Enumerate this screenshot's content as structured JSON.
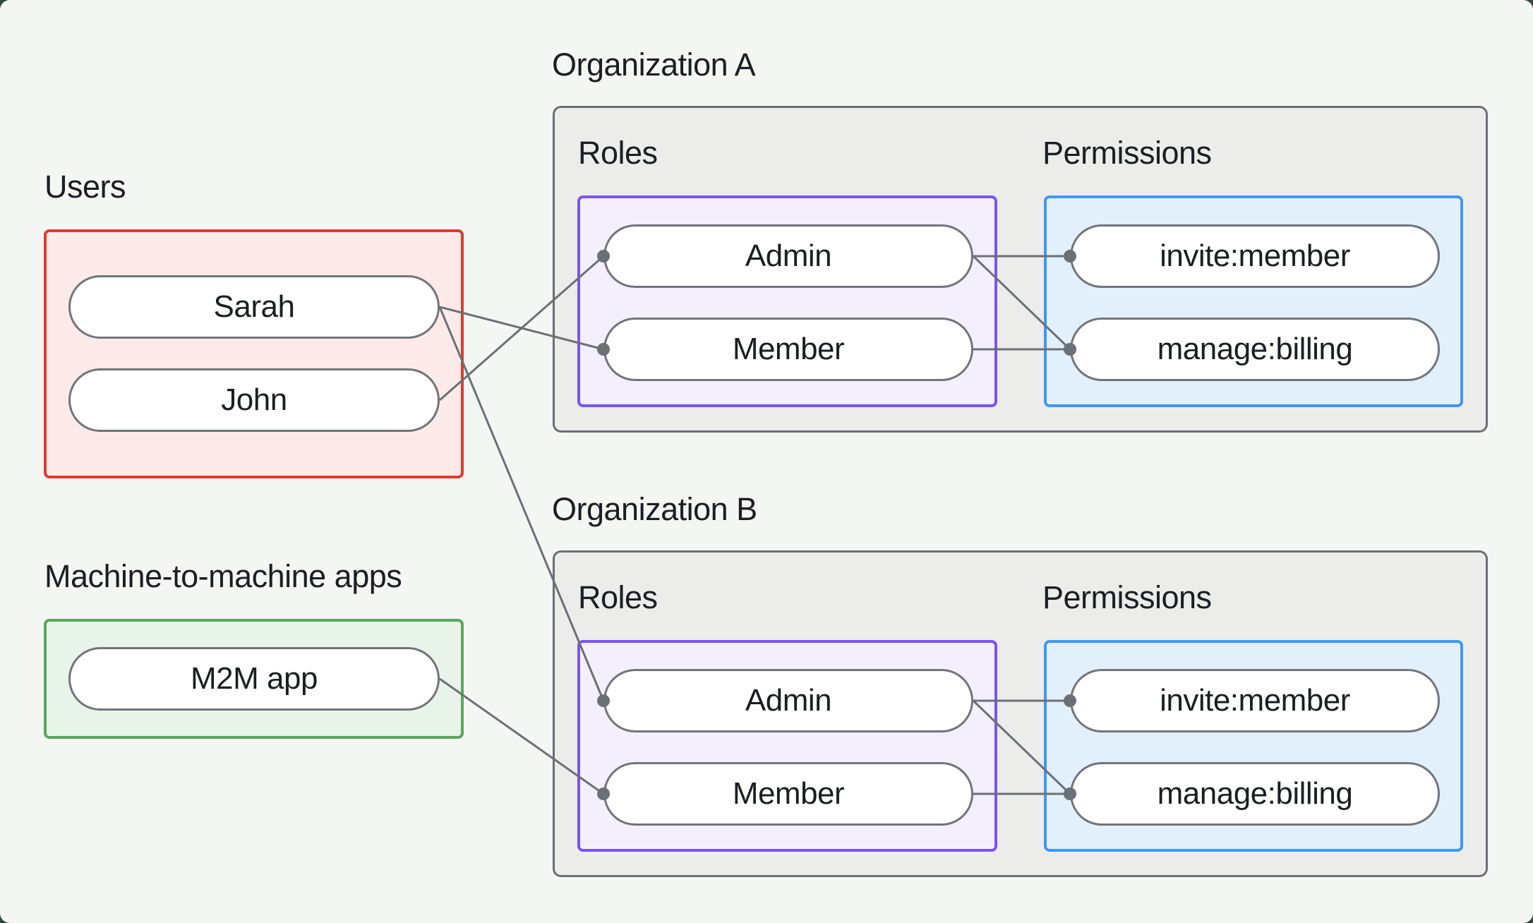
{
  "page": {
    "background": "#f4f6f3",
    "backdrop": "#2f4c3a"
  },
  "style": {
    "users_accent": "#e03a2f",
    "users_fill": "#fceae8",
    "m2m_accent": "#5aa65f",
    "m2m_fill": "#e8f4e9",
    "roles_accent": "#7a54f0",
    "roles_fill": "#f4effd",
    "permissions_accent": "#4196f5",
    "permissions_fill": "#e2f0fc",
    "org_border": "#6b6f74",
    "org_fill": "#ececeb",
    "node_border": "#71757a",
    "text": "#1b1e22"
  },
  "edge_style": {
    "color": "#6b7075",
    "width": 3,
    "dot_radius": 9
  },
  "users_section": {
    "title": "Users",
    "items": [
      {
        "id": "sarah",
        "label": "Sarah"
      },
      {
        "id": "john",
        "label": "John"
      }
    ]
  },
  "m2m_section": {
    "title": "Machine-to-machine apps",
    "items": [
      {
        "id": "m2m",
        "label": "M2M app"
      }
    ]
  },
  "organizations": [
    {
      "title": "Organization A",
      "roles_label": "Roles",
      "permissions_label": "Permissions",
      "roles": [
        {
          "id": "orgA-admin",
          "label": "Admin"
        },
        {
          "id": "orgA-member",
          "label": "Member"
        }
      ],
      "permissions": [
        {
          "id": "orgA-invite",
          "label": "invite:member"
        },
        {
          "id": "orgA-manage",
          "label": "manage:billing"
        }
      ]
    },
    {
      "title": "Organization B",
      "roles_label": "Roles",
      "permissions_label": "Permissions",
      "roles": [
        {
          "id": "orgB-admin",
          "label": "Admin"
        },
        {
          "id": "orgB-member",
          "label": "Member"
        }
      ],
      "permissions": [
        {
          "id": "orgB-invite",
          "label": "invite:member"
        },
        {
          "id": "orgB-manage",
          "label": "manage:billing"
        }
      ]
    }
  ],
  "connections": [
    {
      "from": "sarah",
      "to": "orgA-member"
    },
    {
      "from": "john",
      "to": "orgA-admin"
    },
    {
      "from": "sarah",
      "to": "orgB-admin"
    },
    {
      "from": "m2m",
      "to": "orgB-member"
    },
    {
      "from": "orgA-admin",
      "to": "orgA-invite"
    },
    {
      "from": "orgA-admin",
      "to": "orgA-manage"
    },
    {
      "from": "orgA-member",
      "to": "orgA-manage"
    },
    {
      "from": "orgB-admin",
      "to": "orgB-invite"
    },
    {
      "from": "orgB-admin",
      "to": "orgB-manage"
    },
    {
      "from": "orgB-member",
      "to": "orgB-manage"
    }
  ]
}
